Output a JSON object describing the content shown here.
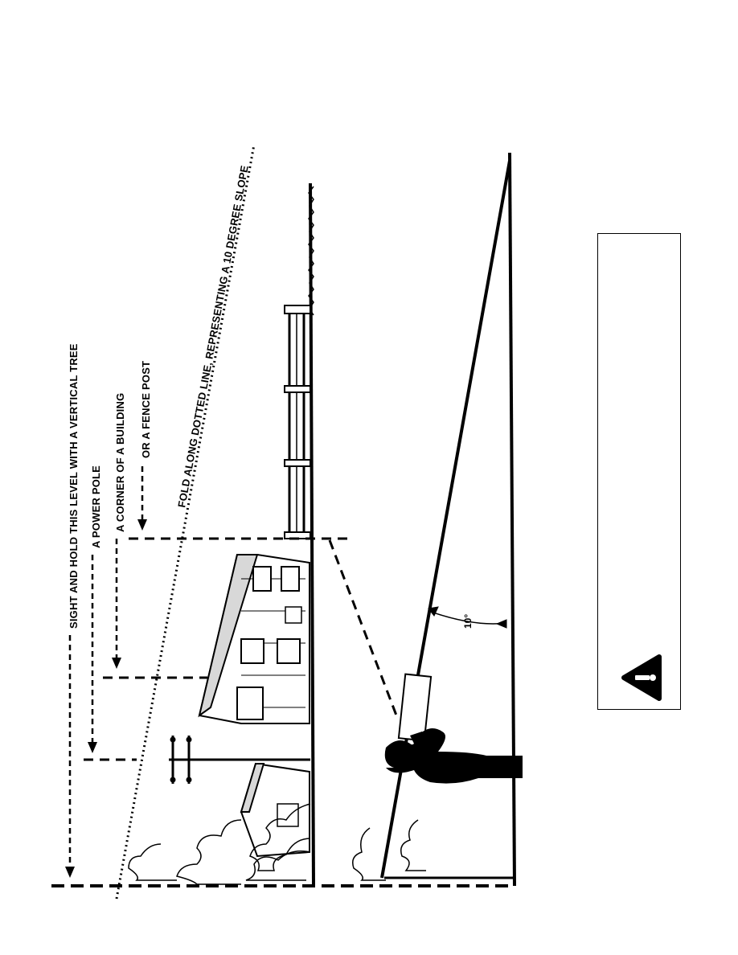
{
  "labels": {
    "sight_and_hold": "SIGHT AND HOLD THIS LEVEL WITH A VERTICAL TREE",
    "power_pole": "A POWER POLE",
    "corner_of_building": "A CORNER OF A BUILDING",
    "fence_post": "OR A FENCE POST",
    "fold_line": "FOLD ALONG DOTTED LINE, REPRESENTING A 10 DEGREE SLOPE",
    "angle": "10°"
  },
  "warning": {
    "icon": "warning-triangle-icon"
  }
}
